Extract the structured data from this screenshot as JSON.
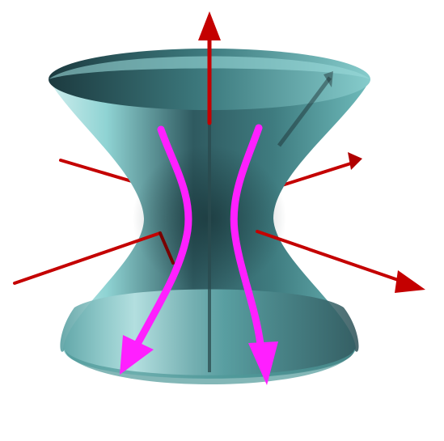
{
  "figure": {
    "subject": "hyperboloid-of-one-sheet",
    "colors": {
      "background": "#ffffff",
      "surface_light": "#8fd3d3",
      "surface_mid": "#5fa8aa",
      "surface_dark": "#1f3f44",
      "axis": "#c40000",
      "axis_dark": "#7a0000",
      "flow_arrow": "#ff1fff"
    },
    "icons": [
      "axis-arrow",
      "flow-arrow"
    ]
  }
}
